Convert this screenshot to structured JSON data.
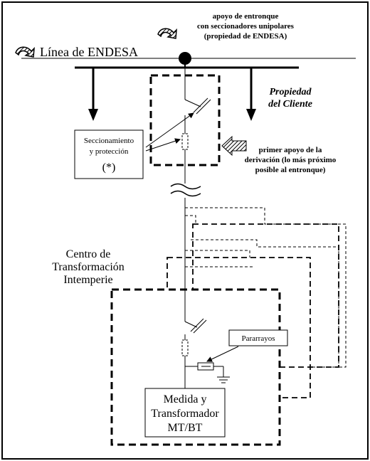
{
  "labels": {
    "linea_endesa": "Línea de ENDESA",
    "apoyo_line1": "apoyo de entronque",
    "apoyo_line2": "con seccionadores unipolares",
    "apoyo_line3": "(propiedad de ENDESA)",
    "propiedad_line1": "Propiedad",
    "propiedad_line2": "del Cliente",
    "seccionamiento_line1": "Seccionamiento",
    "seccionamiento_line2": "y protección",
    "seccionamiento_line3": "(*)",
    "primer_line1": "primer apoyo de la",
    "primer_line2": "derivación (lo más próximo",
    "primer_line3": "posible al entronque)",
    "centro_line1": "Centro de",
    "centro_line2": "Transformación",
    "centro_line3": "Intemperie",
    "pararrayos": "Pararrayos",
    "medida_line1": "Medida y",
    "medida_line2": "Transformador",
    "medida_line3": "MT/BT"
  },
  "icons": [
    "curved-arrow-icon",
    "pole-node-icon",
    "switch-icon",
    "fuse-icon",
    "ground-icon",
    "surge-arrester-icon",
    "hatched-arrow-icon"
  ]
}
